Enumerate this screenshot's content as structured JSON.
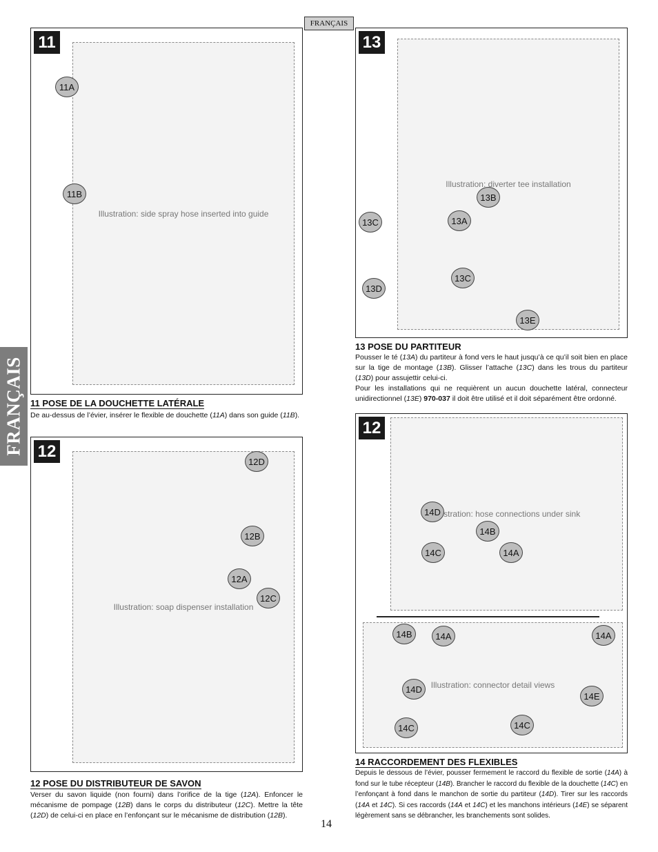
{
  "header": {
    "language_tag": "FRANÇAIS"
  },
  "side_tab": {
    "label": "FRANÇAIS"
  },
  "page_number": "14",
  "steps": {
    "s11": {
      "badge": "11",
      "placeholder": "Illustration: side spray hose inserted into guide",
      "callouts": [
        "11A",
        "11B"
      ],
      "title": "11  POSE DE LA DOUCHETTE LATÉRALE",
      "body": "De au-dessus de l’évier, insérer le flexible de douchette (11A) dans son guide (11B)."
    },
    "s12": {
      "badge": "12",
      "placeholder": "Illustration: soap dispenser installation",
      "callouts": [
        "12D",
        "12B",
        "12A",
        "12C"
      ],
      "title": "12  POSE DU DISTRIBUTEUR DE SAVON",
      "body": "Verser du savon liquide (non fourni) dans l’orifice de la tige (12A). Enfoncer le mécanisme de pompage (12B) dans le corps du distributeur (12C). Mettre la tête (12D) de celui-ci en place en l’enfonçant sur le mécanisme de distribution (12B)."
    },
    "s13": {
      "badge": "13",
      "placeholder": "Illustration: diverter tee installation",
      "callouts": [
        "13B",
        "13A",
        "13C",
        "13C",
        "13D",
        "13E"
      ],
      "title": "13  POSE DU PARTITEUR",
      "body": "Pousser le té (13A) du partiteur à fond vers le haut jusqu’à ce qu’il soit bien en place sur la tige de montage (13B). Glisser l’attache (13C) dans les trous du partiteur (13D) pour assujettir celui-ci.\nPour les installations qui ne requièrent un aucun douchette latéral, connecteur unidirectionnel (13E) 970-037 il doit être utilisé et il doit séparément être ordonné."
    },
    "s14": {
      "badge": "12",
      "placeholder_top": "Illustration: hose connections under sink",
      "placeholder_bottom": "Illustration: connector detail views",
      "callouts_top": [
        "14D",
        "14B",
        "14C",
        "14A"
      ],
      "callouts_bottom": [
        "14B",
        "14A",
        "14D",
        "14C",
        "14A",
        "14E",
        "14C"
      ],
      "title": "14  RACCORDEMENT DES FLEXIBLES",
      "body": "Depuis le dessous de l’évier, pousser fermement le raccord du flexible de sortie (14A) à fond sur le tube récepteur (14B). Brancher le raccord du flexible de la douchette (14C) en l’enfonçant à fond dans le manchon de sortie du partiteur (14D). Tirer sur les raccords (14A et 14C). Si ces raccords  (14A et 14C) et les manchons intérieurs (14E) se séparent légèrement sans se débrancher, les branchements sont solides."
    }
  }
}
